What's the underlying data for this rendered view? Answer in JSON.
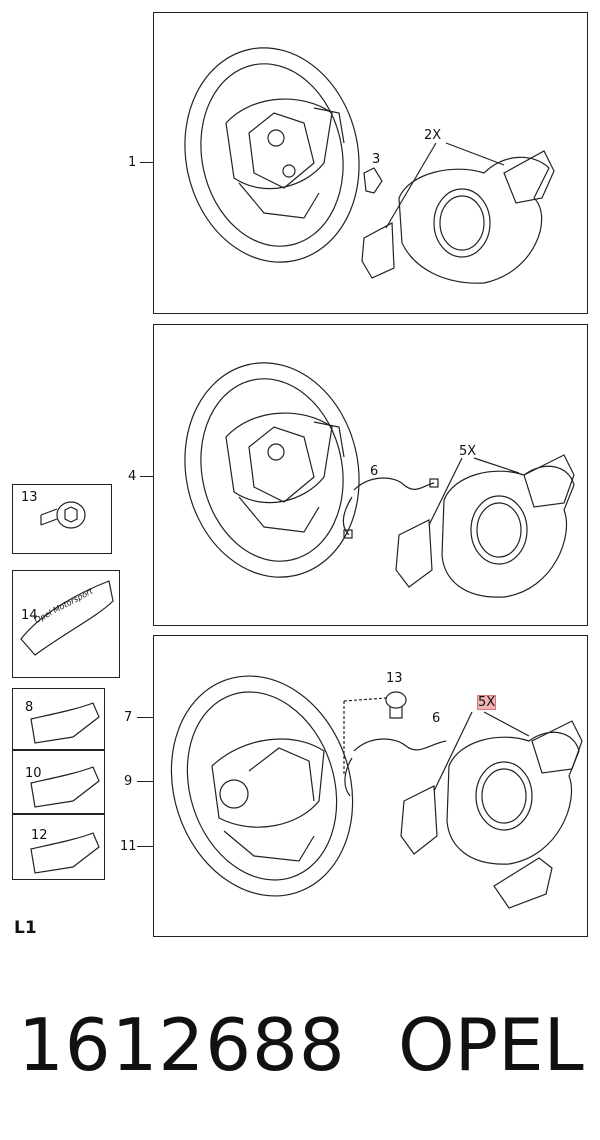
{
  "diagram": {
    "sheet_label": "L1",
    "part_number": "1612688",
    "brand": "OPEL",
    "panels": [
      {
        "callout": "1",
        "parts": [
          "3"
        ],
        "multiplier": "2X"
      },
      {
        "callout": "4",
        "parts": [
          "6"
        ],
        "multiplier": "5X"
      },
      {
        "callout": "7",
        "parts": [
          "13",
          "6"
        ],
        "multiplier": "5X",
        "multiplier_highlighted": true
      }
    ],
    "side_parts": [
      {
        "label": "13"
      },
      {
        "label": "14",
        "text": "Opel Motorsport"
      },
      {
        "label": "8",
        "callout": "7"
      },
      {
        "label": "10",
        "callout": "9"
      },
      {
        "label": "12",
        "callout": "11"
      }
    ]
  }
}
